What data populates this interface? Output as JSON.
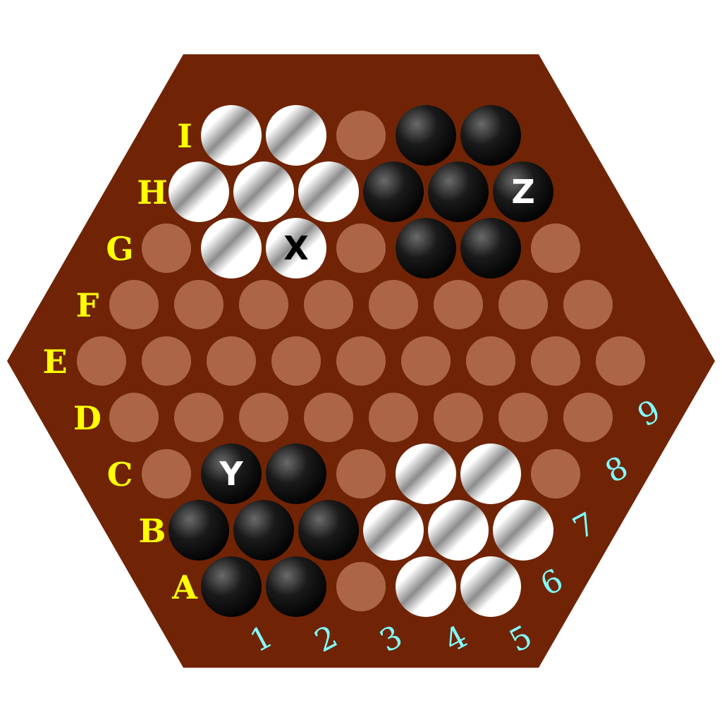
{
  "board": {
    "colors": {
      "board": "#702405",
      "empty_hole": "#ad6645",
      "row_label": "#ffff00",
      "col_label": "#7fffff",
      "black_marble": "#000000",
      "white_marble": "#ffffff"
    },
    "row_labels": [
      "A",
      "B",
      "C",
      "D",
      "E",
      "F",
      "G",
      "H",
      "I"
    ],
    "col_labels": [
      "1",
      "2",
      "3",
      "4",
      "5",
      "6",
      "7",
      "8",
      "9"
    ],
    "rows": [
      [
        "black",
        "black",
        "empty",
        "white",
        "white"
      ],
      [
        "black",
        "black",
        "black",
        "white",
        "white",
        "white"
      ],
      [
        "empty",
        "black",
        "black",
        "empty",
        "white",
        "white",
        "empty"
      ],
      [
        "empty",
        "empty",
        "empty",
        "empty",
        "empty",
        "empty",
        "empty",
        "empty"
      ],
      [
        "empty",
        "empty",
        "empty",
        "empty",
        "empty",
        "empty",
        "empty",
        "empty",
        "empty"
      ],
      [
        "empty",
        "empty",
        "empty",
        "empty",
        "empty",
        "empty",
        "empty",
        "empty"
      ],
      [
        "empty",
        "white",
        "white",
        "empty",
        "black",
        "black",
        "empty"
      ],
      [
        "white",
        "white",
        "white",
        "black",
        "black",
        "black"
      ],
      [
        "white",
        "white",
        "empty",
        "black",
        "black"
      ]
    ],
    "markers": [
      {
        "row": "G",
        "index": 2,
        "text": "X"
      },
      {
        "row": "C",
        "index": 1,
        "text": "Y"
      },
      {
        "row": "H",
        "index": 5,
        "text": "Z"
      }
    ]
  }
}
